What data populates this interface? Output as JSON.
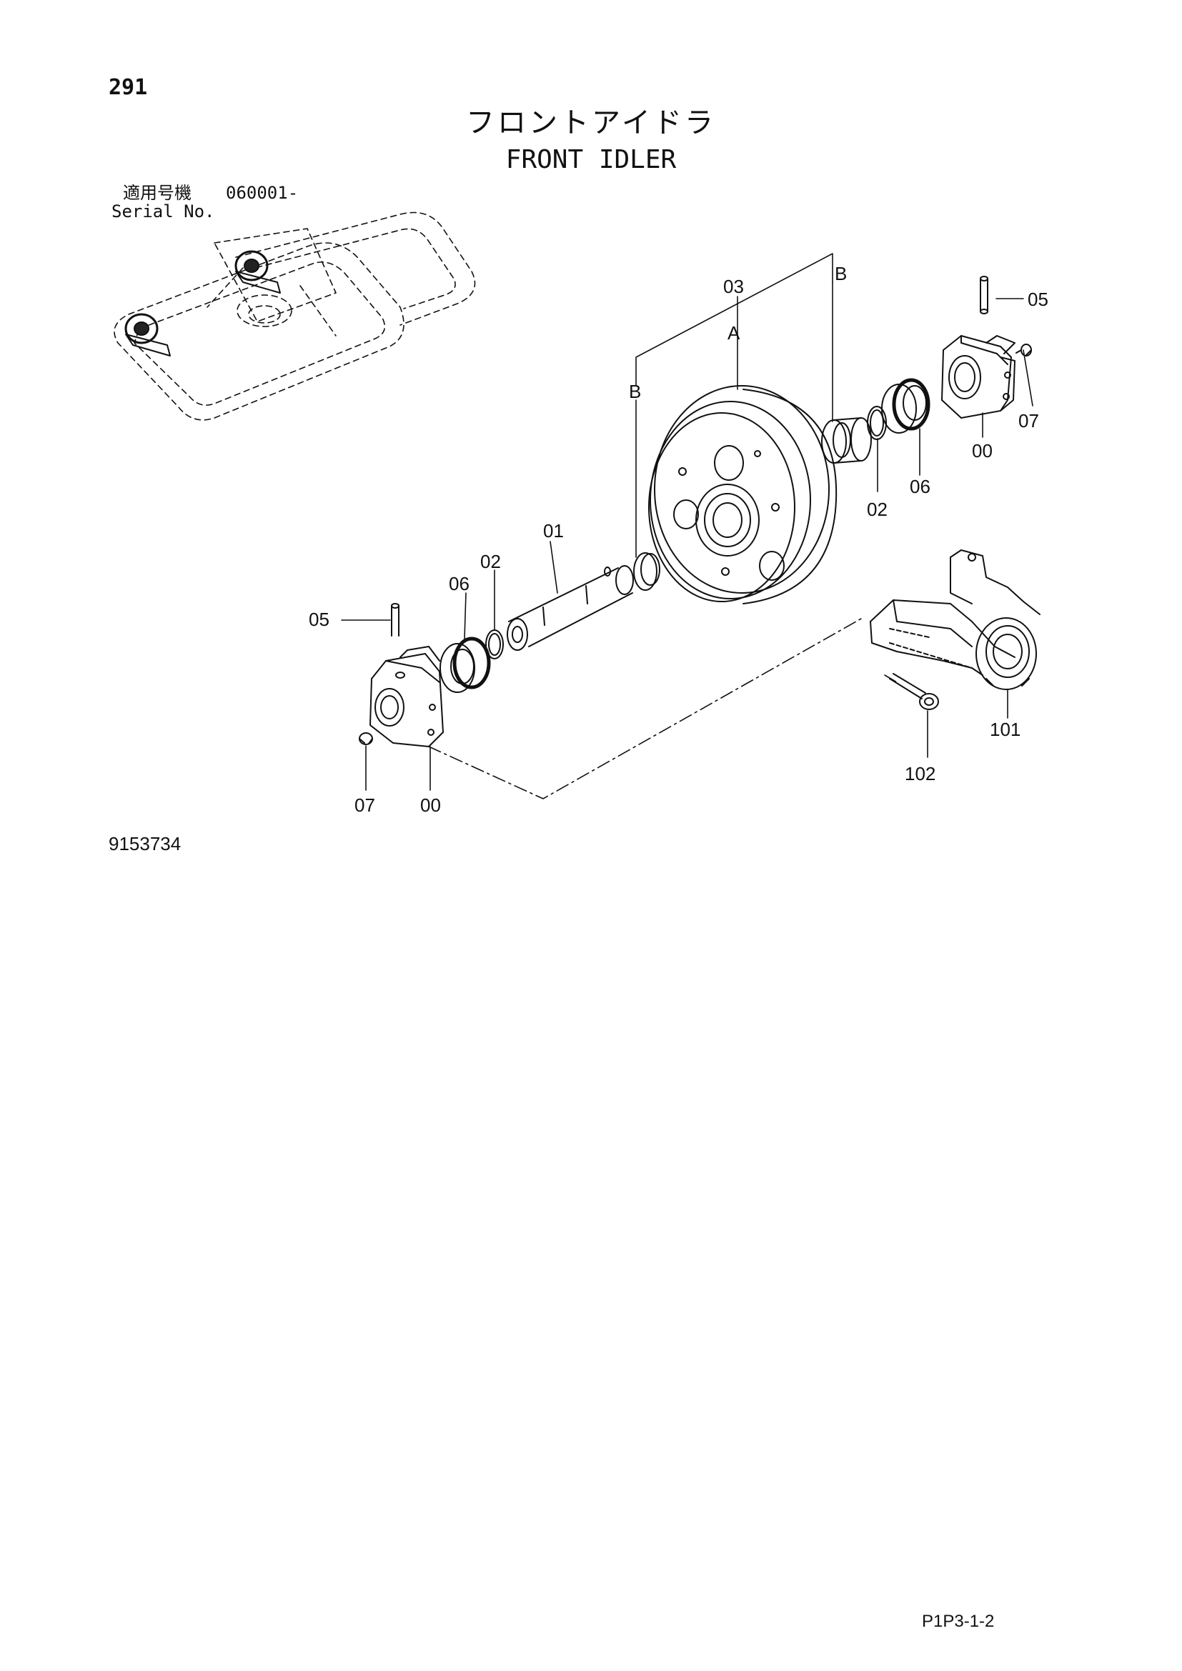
{
  "header": {
    "page_number": "291",
    "title_jp": "フロントアイドラ",
    "title_en": "FRONT IDLER",
    "serial_label_jp": "適用号機",
    "serial_range": "060001-",
    "serial_label_en": "Serial No."
  },
  "callouts": {
    "idler_wheel": "03",
    "idler_group_a": "A",
    "bracket_b_left": "B",
    "bracket_b_right": "B",
    "pin_right": "05",
    "bearing_block_right": "00",
    "plug_right": "07",
    "seal_right": "06",
    "o_ring_right": "02",
    "shaft": "01",
    "o_ring_left": "02",
    "seal_left": "06",
    "pin_left": "05",
    "plug_left": "07",
    "bearing_block_left": "00",
    "yoke": "101",
    "bolt": "102"
  },
  "footer": {
    "drawing_number": "9153734",
    "page_code": "P1P3-1-2"
  },
  "colors": {
    "ink": "#111111",
    "paper": "#ffffff"
  }
}
